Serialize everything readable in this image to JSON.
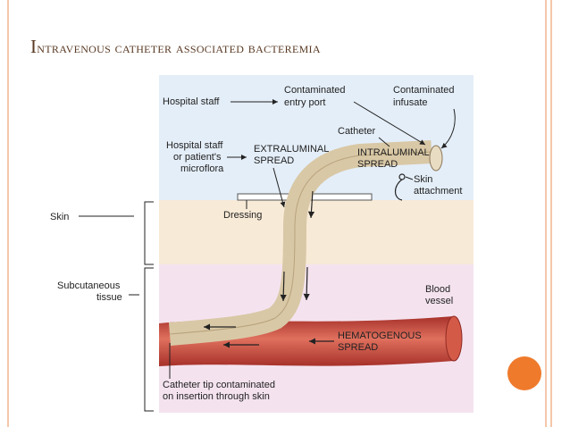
{
  "slide": {
    "title_first": "I",
    "title_rest": "ntravenous catheter associated bacteremia",
    "accent_color": "#ef7a2c",
    "title_color": "#5a3a24"
  },
  "diagram": {
    "labels": {
      "hospital_staff_top": "Hospital staff",
      "contaminated_entry_port_1": "Contaminated",
      "contaminated_entry_port_2": "entry port",
      "contaminated_infusate_1": "Contaminated",
      "contaminated_infusate_2": "infusate",
      "catheter": "Catheter",
      "hospital_staff_1": "Hospital staff",
      "hospital_staff_2": "or patient's",
      "hospital_staff_3": "microflora",
      "extraluminal_1": "EXTRALUMINAL",
      "extraluminal_2": "SPREAD",
      "intraluminal_1": "INTRALUMINAL",
      "intraluminal_2": "SPREAD",
      "skin_attachment_1": "Skin",
      "skin_attachment_2": "attachment",
      "skin": "Skin",
      "dressing": "Dressing",
      "subcutaneous_1": "Subcutaneous",
      "subcutaneous_2": "tissue",
      "blood_vessel_1": "Blood",
      "blood_vessel_2": "vessel",
      "hematogenous_1": "HEMATOGENOUS",
      "hematogenous_2": "SPREAD",
      "catheter_tip_1": "Catheter tip contaminated",
      "catheter_tip_2": "on insertion through skin"
    },
    "colors": {
      "air": "#e4eef8",
      "skin": "#f7ead6",
      "subcutaneous": "#f4e3ef",
      "catheter": "#d9c8a6",
      "vessel": "#c9483c"
    }
  }
}
